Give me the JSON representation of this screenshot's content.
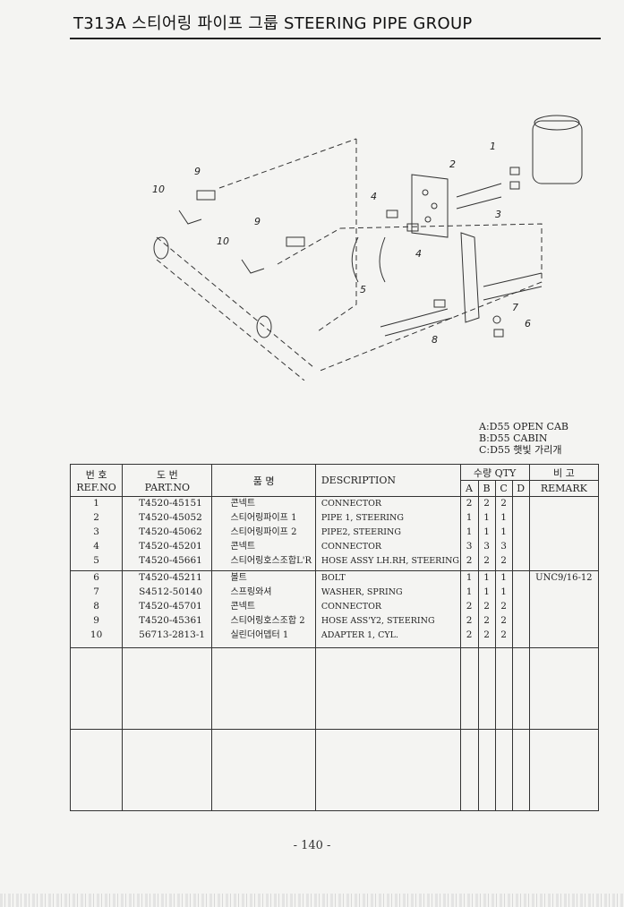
{
  "title": "T313A 스티어링 파이프 그룹 STEERING PIPE GROUP",
  "variants": [
    "A:D55 OPEN CAB",
    "B:D55 CABIN",
    "C:D55 햇빛 가리개"
  ],
  "callouts": [
    "1",
    "2",
    "3",
    "4",
    "4",
    "5",
    "6",
    "7",
    "8",
    "9",
    "9",
    "10",
    "10"
  ],
  "table": {
    "h_no_ko": "번 호",
    "h_no_en": "REF.NO",
    "h_part_ko": "도 번",
    "h_part_en": "PART.NO",
    "h_name_ko": "품 명",
    "h_desc": "DESCRIPTION",
    "h_qty": "수량 QTY",
    "h_a": "A",
    "h_b": "B",
    "h_c": "C",
    "h_d": "D",
    "h_remark_ko": "비 고",
    "h_remark_en": "REMARK",
    "groups": [
      {
        "refs": [
          "1",
          "2",
          "3",
          "4",
          "5"
        ],
        "parts": [
          "T4520-45151",
          "T4520-45052",
          "T4520-45062",
          "T4520-45201",
          "T4520-45661"
        ],
        "names": [
          "콘넥트",
          "스티어링파이프 1",
          "스티어링파이프 2",
          "콘넥트",
          "스티어링호스조합L'R"
        ],
        "descs": [
          "CONNECTOR",
          "PIPE 1, STEERING",
          "PIPE2, STEERING",
          "CONNECTOR",
          "HOSE ASSY LH.RH, STEERING"
        ],
        "a": [
          "2",
          "1",
          "1",
          "3",
          "2"
        ],
        "b": [
          "2",
          "1",
          "1",
          "3",
          "2"
        ],
        "c": [
          "2",
          "1",
          "1",
          "3",
          "2"
        ],
        "remarks": [
          "",
          "",
          "",
          "",
          ""
        ]
      },
      {
        "refs": [
          "6",
          "7",
          "8",
          "9",
          "10"
        ],
        "parts": [
          "T4520-45211",
          "S4512-50140",
          "T4520-45701",
          "T4520-45361",
          "56713-2813-1"
        ],
        "names": [
          "볼트",
          "스프링와셔",
          "콘넥트",
          "스티어링호스조합 2",
          "실린더어뎁터 1"
        ],
        "descs": [
          "BOLT",
          "WASHER, SPRING",
          "CONNECTOR",
          "HOSE ASS'Y2, STEERING",
          "ADAPTER 1, CYL."
        ],
        "a": [
          "1",
          "1",
          "2",
          "2",
          "2"
        ],
        "b": [
          "1",
          "1",
          "2",
          "2",
          "2"
        ],
        "c": [
          "1",
          "1",
          "2",
          "2",
          "2"
        ],
        "remarks": [
          "UNC9/16-12",
          "",
          "",
          "",
          ""
        ]
      }
    ]
  },
  "page_number": "- 140 -"
}
